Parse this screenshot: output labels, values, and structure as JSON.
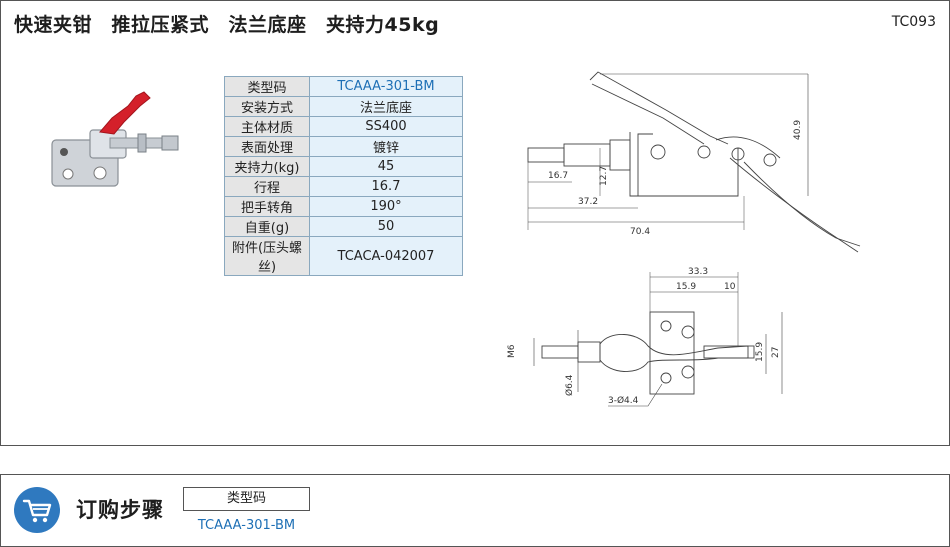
{
  "header": {
    "title": "快速夹钳　推拉压紧式　法兰底座　夹持力45kg",
    "code": "TC093"
  },
  "spec_table": [
    {
      "key": "类型码",
      "value": "TCAAA-301-BM"
    },
    {
      "key": "安装方式",
      "value": "法兰底座"
    },
    {
      "key": "主体材质",
      "value": "SS400"
    },
    {
      "key": "表面处理",
      "value": "镀锌"
    },
    {
      "key": "夹持力(kg)",
      "value": "45"
    },
    {
      "key": "行程",
      "value": "16.7"
    },
    {
      "key": "把手转角",
      "value": "190°"
    },
    {
      "key": "自重(g)",
      "value": "50"
    },
    {
      "key": "附件(压头螺丝)",
      "value": "TCACA-042007"
    }
  ],
  "drawing": {
    "side": {
      "d1": "40.9",
      "d2": "12.7",
      "d3": "16.7",
      "d4": "37.2",
      "d5": "70.4"
    },
    "top": {
      "d1": "33.3",
      "d2": "15.9",
      "d3": "10",
      "d4": "M6",
      "d5": "15.9",
      "d6": "27",
      "d7": "Ø6.4",
      "d8": "3-Ø4.4"
    }
  },
  "order": {
    "title": "订购步骤",
    "label": "类型码",
    "value": "TCAAA-301-BM"
  },
  "colors": {
    "accent": "#2f79bf",
    "link": "#1d6fb5",
    "handle": "#d4202a"
  }
}
